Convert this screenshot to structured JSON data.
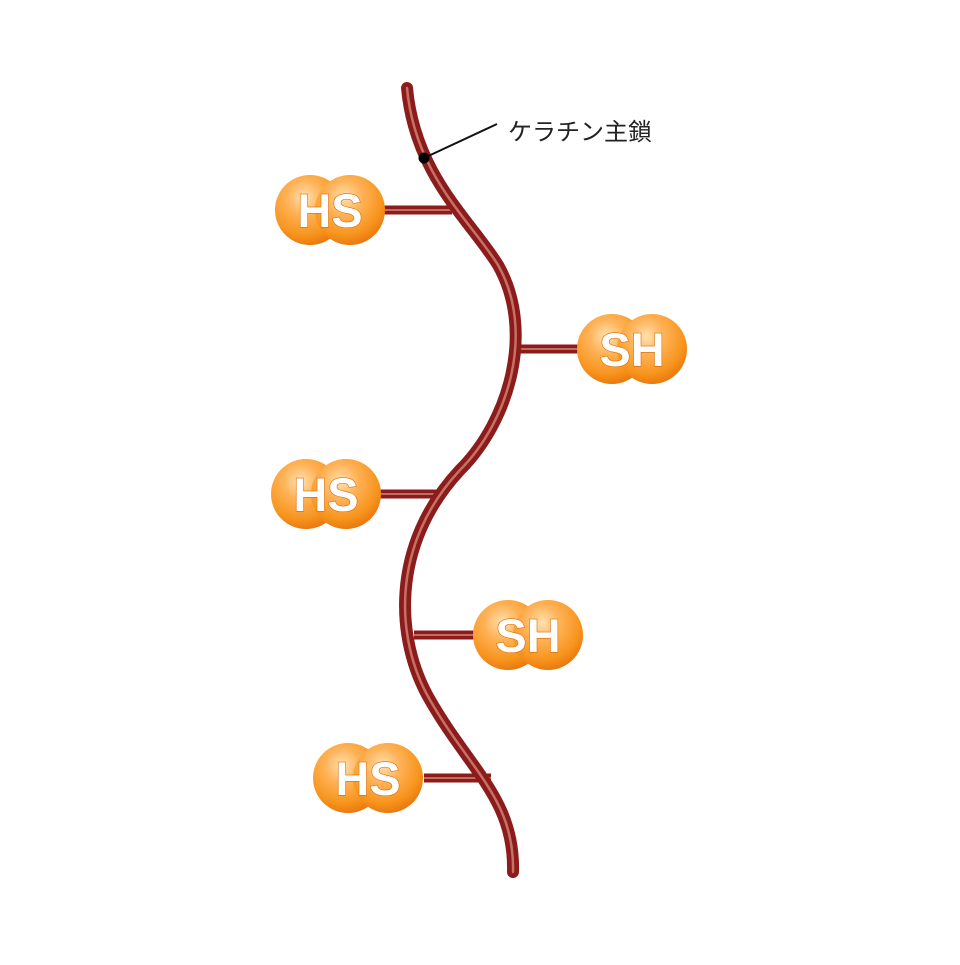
{
  "colors": {
    "chain_dark": "#8c1c1c",
    "chain_highlight": "#d98e7c",
    "ball_light": "#ffc47a",
    "ball_mid": "#f7941d",
    "ball_dark": "#e8730c",
    "text_dark": "#222222"
  },
  "callout": {
    "label": "ケラチン主鎖"
  },
  "groups": [
    {
      "label": "HS",
      "side": "left"
    },
    {
      "label": "SH",
      "side": "right"
    },
    {
      "label": "HS",
      "side": "left"
    },
    {
      "label": "SH",
      "side": "right"
    },
    {
      "label": "HS",
      "side": "left"
    }
  ]
}
